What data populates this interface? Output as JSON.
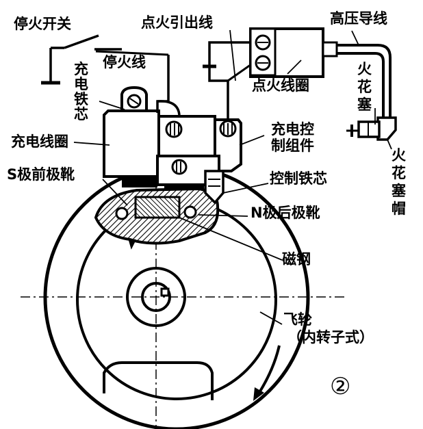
{
  "labels": {
    "stop_switch": "停火开关",
    "ignition_lead": "点火引出线",
    "high_voltage_wire": "高压导线",
    "stop_wire": "停火线",
    "charging_core": "充电铁芯",
    "spark_plug": "火花塞",
    "ignition_coil": "点火线圈",
    "charging_coil": "充电线圈",
    "charging_control_1": "充电控",
    "charging_control_2": "制组件",
    "spark_plug_cap": "火花塞帽",
    "s_pole_shoe": "S极前极靴",
    "control_core": "控制铁芯",
    "n_pole_shoe": "N极后极靴",
    "magnet_steel": "磁钢",
    "flywheel_1": "飞轮",
    "flywheel_2": "（内转子式）",
    "figure_number": "②"
  },
  "colors": {
    "ink": "#000000",
    "paper": "#ffffff"
  }
}
